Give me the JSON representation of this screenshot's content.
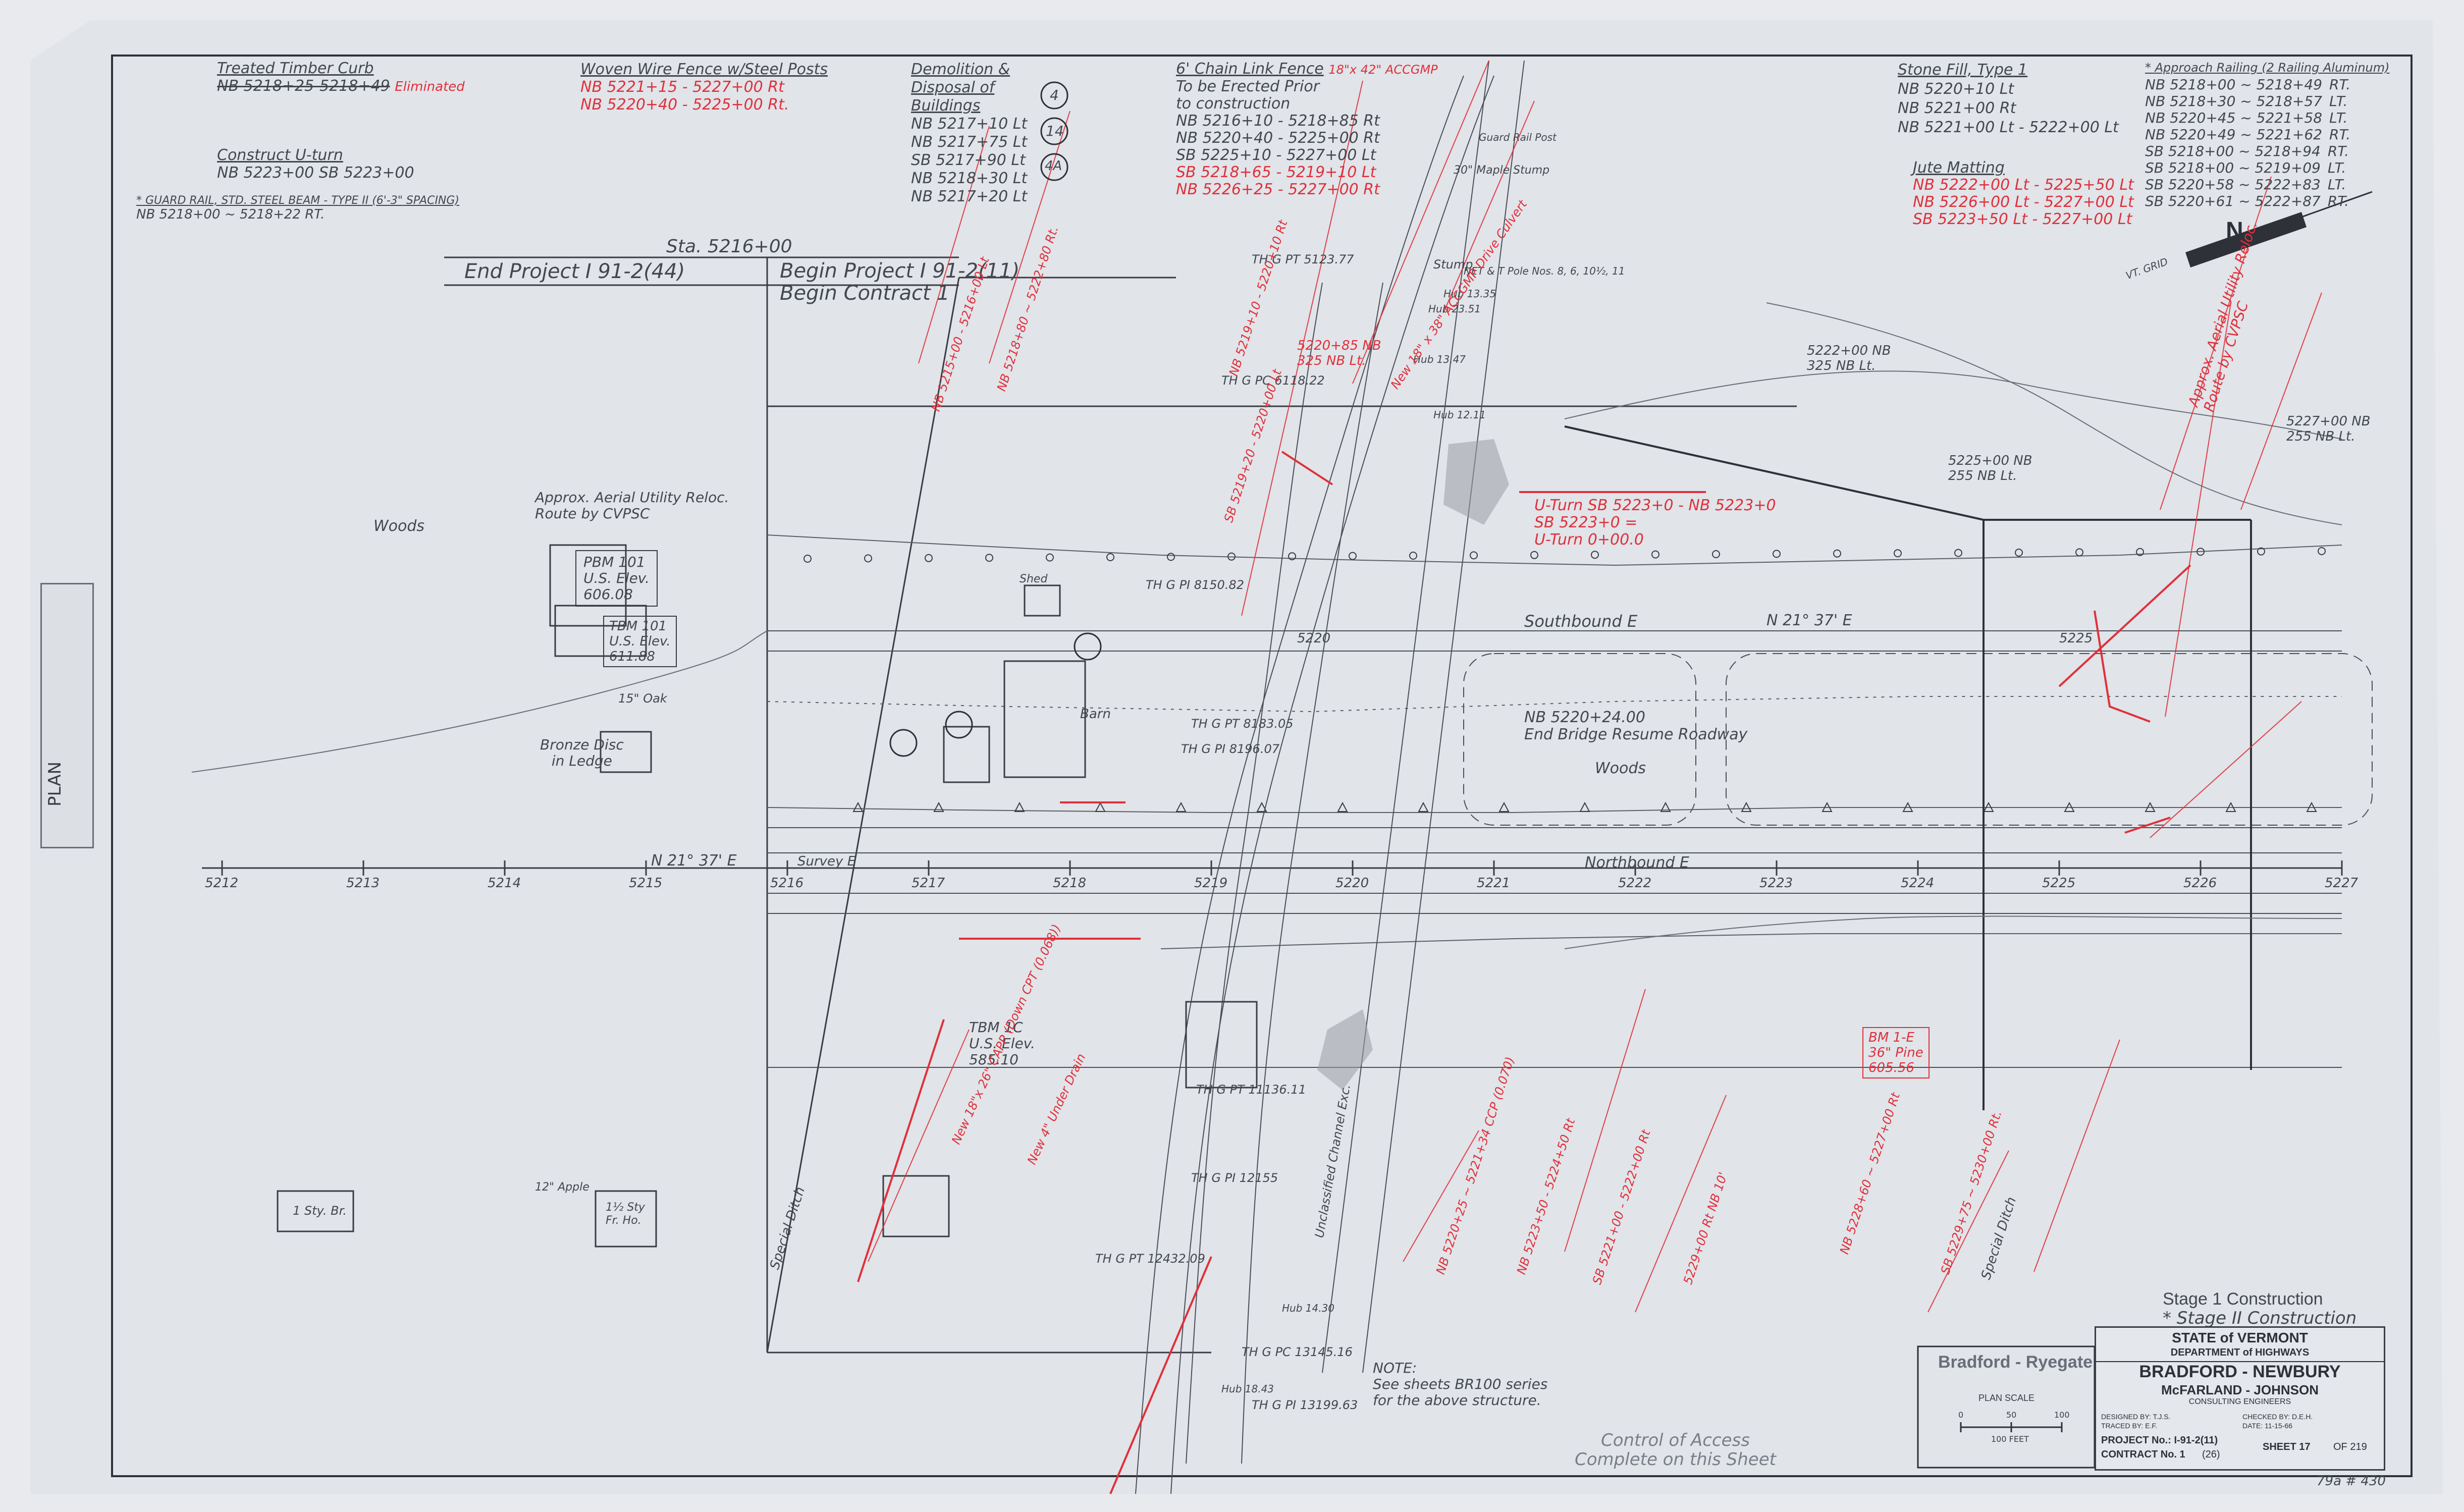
{
  "notes_top": {
    "timber_curb": {
      "heading": "Treated Timber Curb",
      "line1": "NB 5218+25-5218+49",
      "red": "Eliminated"
    },
    "fence": {
      "heading": "Woven Wire Fence w/Steel Posts",
      "line1": "NB 5221+15 - 5227+00 Rt",
      "line2": "NB 5220+40 - 5225+00 Rt."
    },
    "demolition": {
      "heading": "Demolition & Disposal of Buildings",
      "items": [
        "NB 5217+10 Lt",
        "NB 5217+75 Lt",
        "SB 5217+90 Lt",
        "NB 5218+30 Lt",
        "NB 5217+20 Lt"
      ],
      "circles": [
        "4",
        "14",
        "4A"
      ]
    },
    "chain_link": {
      "heading": "6' Chain Link Fence",
      "red_heading": "18\"x 42\" ACCGMP",
      "line1": "To be Erected Prior",
      "line2": "to construction",
      "items": [
        "NB 5216+10 - 5218+85 Rt",
        "NB 5220+40 - 5225+00 Rt",
        "SB 5225+10 - 5227+00 Lt"
      ],
      "red_items": [
        "SB 5218+65 - 5219+10 Lt",
        "NB 5226+25 - 5227+00 Rt"
      ]
    },
    "u_turn": {
      "heading": "Construct U-turn",
      "line1": "NB 5223+00 SB 5223+00"
    },
    "guard_rail": {
      "heading": "* GUARD RAIL, STD. STEEL BEAM - TYPE II (6'-3\" SPACING)",
      "line1": "NB 5218+00 ~ 5218+22 RT."
    },
    "stone_fill": {
      "heading": "Stone Fill, Type 1",
      "items": [
        "NB 5220+10 Lt",
        "NB 5221+00 Rt",
        "NB 5221+00 Lt - 5222+00 Lt"
      ]
    },
    "jute_matting": {
      "heading": "Jute Matting",
      "items": [
        "NB 5222+00 Lt - 5225+50 Lt",
        "NB 5226+00 Lt - 5227+00 Lt",
        "SB 5223+50 Lt - 5227+00 Lt"
      ]
    },
    "approach_railing": {
      "heading": "* Approach Railing (2 Railing Aluminum)",
      "items": [
        {
          "range": "NB 5218+00 ~ 5218+49",
          "side": "RT."
        },
        {
          "range": "NB 5218+30 ~ 5218+57",
          "side": "LT."
        },
        {
          "range": "NB 5220+45 ~ 5221+58",
          "side": "LT."
        },
        {
          "range": "NB 5220+49 ~ 5221+62",
          "side": "RT."
        },
        {
          "range": "SB 5218+00 ~ 5218+94",
          "side": "RT."
        },
        {
          "range": "SB 5218+00 ~ 5219+09",
          "side": "LT."
        },
        {
          "range": "SB 5220+58 ~ 5222+83",
          "side": "LT."
        },
        {
          "range": "SB 5220+61 ~ 5222+87",
          "side": "RT."
        }
      ]
    }
  },
  "project_limits": {
    "station": "Sta. 5216+00",
    "end_project": "End Project I 91-2(44)",
    "begin_project": "Begin Project I 91-2(11)",
    "begin_contract": "Begin Contract 1"
  },
  "map_labels": {
    "woods_west": "Woods",
    "aerial_utility": "Approx. Aerial Utility Reloc.",
    "route_by": "Route by CVPSC",
    "pbm1": [
      "PBM 101",
      "U.S. Elev.",
      "606.08"
    ],
    "pbm2": [
      "TBM 101",
      "U.S. Elev.",
      "611.88"
    ],
    "oak": "15\" Oak",
    "bronze_disc": [
      "Bronze Disc",
      "in Ledge"
    ],
    "southbound": "Southbound E",
    "northbound": "Northbound E",
    "bearing_sb": "N 21° 37' E",
    "bearing_survey": "N 21° 37' E",
    "survey": "Survey E",
    "end_bridge": [
      "NB 5220+24.00",
      "End Bridge Resume Roadway"
    ],
    "woods_east": "Woods",
    "u_turn_red": [
      "U-Turn SB 5223+0 - NB 5223+0",
      "SB 5223+0 =",
      "U-Turn 0+00.0"
    ],
    "station_5225_nb": [
      "5225+00 NB",
      "255 NB Lt."
    ],
    "station_5222_nb": [
      "5222+00 NB",
      "325 NB Lt."
    ],
    "station_5227_nb": [
      "5227+00 NB",
      "255 NB Lt."
    ],
    "nb_5220": [
      "5220+85 NB",
      "325 NB Lt."
    ],
    "aerial_utility_east": [
      "Approx. Aerial Utility Reloc.",
      "Route by CVPSC"
    ],
    "bm_red": [
      "BM 1-E",
      "36\" Pine",
      "605.56"
    ],
    "apple": "12\" Apple",
    "one_sty_br": "1 Sty. Br.",
    "one_half_sty": [
      "1½ Sty",
      "Fr. Ho."
    ],
    "tbm": [
      "TBM 1C",
      "U.S. Elev.",
      "585.10"
    ],
    "shed": "Shed",
    "barn": "Barn",
    "stump": "Stump",
    "maple_stump": "30\" Maple Stump",
    "guard_rail_post": "Guard Rail Post",
    "ts_labels": [
      "TH G PT 5123.77",
      "TH G PC 6118.22",
      "TH G PI 8150.82",
      "TH G PT 8183.05",
      "TH G PI 8196.07",
      "TH G PT 11136.11",
      "TH G PI 12155",
      "TH G PT 12432.09",
      "TH G PC 13145.16",
      "TH G PI 13199.63"
    ],
    "net_pole": [
      "NET & T Pole Nos. 8, 6, 10½, 11"
    ],
    "hub_labels": [
      "Hub 13.35",
      "Hub 23.51",
      "Hub 13.47",
      "Hub 12.11",
      "Hub 14.30",
      "Hub 18.43"
    ],
    "ditch_labels": [
      "Special Ditch",
      "Special Ditch"
    ],
    "unclassified": "Unclassified Channel Exc.",
    "note": [
      "NOTE:",
      "See sheets BR100 series",
      "for the above structure."
    ],
    "access": [
      "Control of Access",
      "Complete on this Sheet"
    ],
    "red_diagonals": [
      "NB 5215+00 - 5216+00 Lt",
      "NB 5218+80 ~ 5222+80 Rt.",
      "New 18\"x 26\" CAPP (Down CPT (0.068))",
      "New 4\" Under Drain",
      "SB 5219+20 - 5220+00 Lt",
      "NB 5220+25 ~ 5221+34 CCP (0.070)",
      "NB 5219+10 - 5220+10 Rt",
      "NB 5223+50 - 5224+50 Rt",
      "5229+00 Rt NB 10'",
      "NB 5228+60 ~ 5227+00 Rt",
      "SB 5229+75 ~ 5230+00 Rt.",
      "SB 5221+00 - 5222+00 Rt",
      "New 18\" x 38\" ACCGMP Drive Culvert"
    ]
  },
  "axis": {
    "stations": [
      "5212",
      "5213",
      "5214",
      "5215",
      "5216",
      "5217",
      "5218",
      "5219",
      "5220",
      "5221",
      "5222",
      "5223",
      "5224",
      "5225",
      "5226",
      "5227"
    ],
    "upper_station_5220": "5220",
    "upper_station_5225": "5225"
  },
  "north_arrow": {
    "letter": "N",
    "grid": "VT. GRID"
  },
  "stage": {
    "line1": "Stage 1 Construction",
    "line2": "* Stage II Construction"
  },
  "title_block": {
    "state": "STATE of VERMONT",
    "dept": "DEPARTMENT of HIGHWAYS",
    "town": "BRADFORD - NEWBURY",
    "firm": "McFARLAND - JOHNSON",
    "firm_sub": "CONSULTING ENGINEERS",
    "bradford_ryegate": "Bradford - Ryegate",
    "plan_scale": "PLAN   SCALE",
    "scale_ticks": [
      "0",
      "50",
      "100"
    ],
    "scale_unit": "100 FEET",
    "designed": "DESIGNED BY: T.J.S.",
    "traced": "TRACED BY: E.F.",
    "checked": "CHECKED BY: D.E.H.",
    "date": "DATE: 11-15-66",
    "project": "PROJECT No.: I-91-2(11)",
    "contract": "CONTRACT No. 1",
    "sheet": "SHEET 17",
    "of": "OF 219",
    "contract_extra": "(26)",
    "sheet_note": "79a # 430"
  },
  "side_stamp": {
    "label": "PLAN"
  },
  "colors": {
    "paper": "#e9ebee",
    "pencil": "#3a3d45",
    "red": "#e0303a"
  }
}
